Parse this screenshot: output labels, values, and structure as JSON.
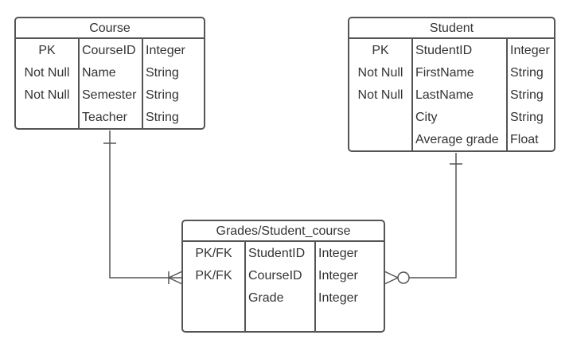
{
  "entities": {
    "course": {
      "title": "Course",
      "rows": [
        {
          "constraint": "PK",
          "name": "CourseID",
          "type": "Integer"
        },
        {
          "constraint": "Not Null",
          "name": "Name",
          "type": "String"
        },
        {
          "constraint": "Not Null",
          "name": "Semester",
          "type": "String"
        },
        {
          "constraint": "",
          "name": "Teacher",
          "type": "String"
        }
      ]
    },
    "student": {
      "title": "Student",
      "rows": [
        {
          "constraint": "PK",
          "name": "StudentID",
          "type": "Integer"
        },
        {
          "constraint": "Not Null",
          "name": "FirstName",
          "type": "String"
        },
        {
          "constraint": "Not Null",
          "name": "LastName",
          "type": "String"
        },
        {
          "constraint": "",
          "name": "City",
          "type": "String"
        },
        {
          "constraint": "",
          "name": "Average grade",
          "type": "Float"
        }
      ]
    },
    "grades": {
      "title": "Grades/Student_course",
      "rows": [
        {
          "constraint": "PK/FK",
          "name": "StudentID",
          "type": "Integer"
        },
        {
          "constraint": "PK/FK",
          "name": "CourseID",
          "type": "Integer"
        },
        {
          "constraint": "",
          "name": "Grade",
          "type": "Integer"
        }
      ]
    }
  },
  "relationships": [
    {
      "from": "Course",
      "to": "Grades/Student_course",
      "from_cardinality": "one",
      "to_cardinality": "one-or-many"
    },
    {
      "from": "Student",
      "to": "Grades/Student_course",
      "from_cardinality": "one",
      "to_cardinality": "zero-or-many"
    }
  ],
  "colors": {
    "stroke": "#555555",
    "text": "#333333",
    "background": "#ffffff"
  }
}
